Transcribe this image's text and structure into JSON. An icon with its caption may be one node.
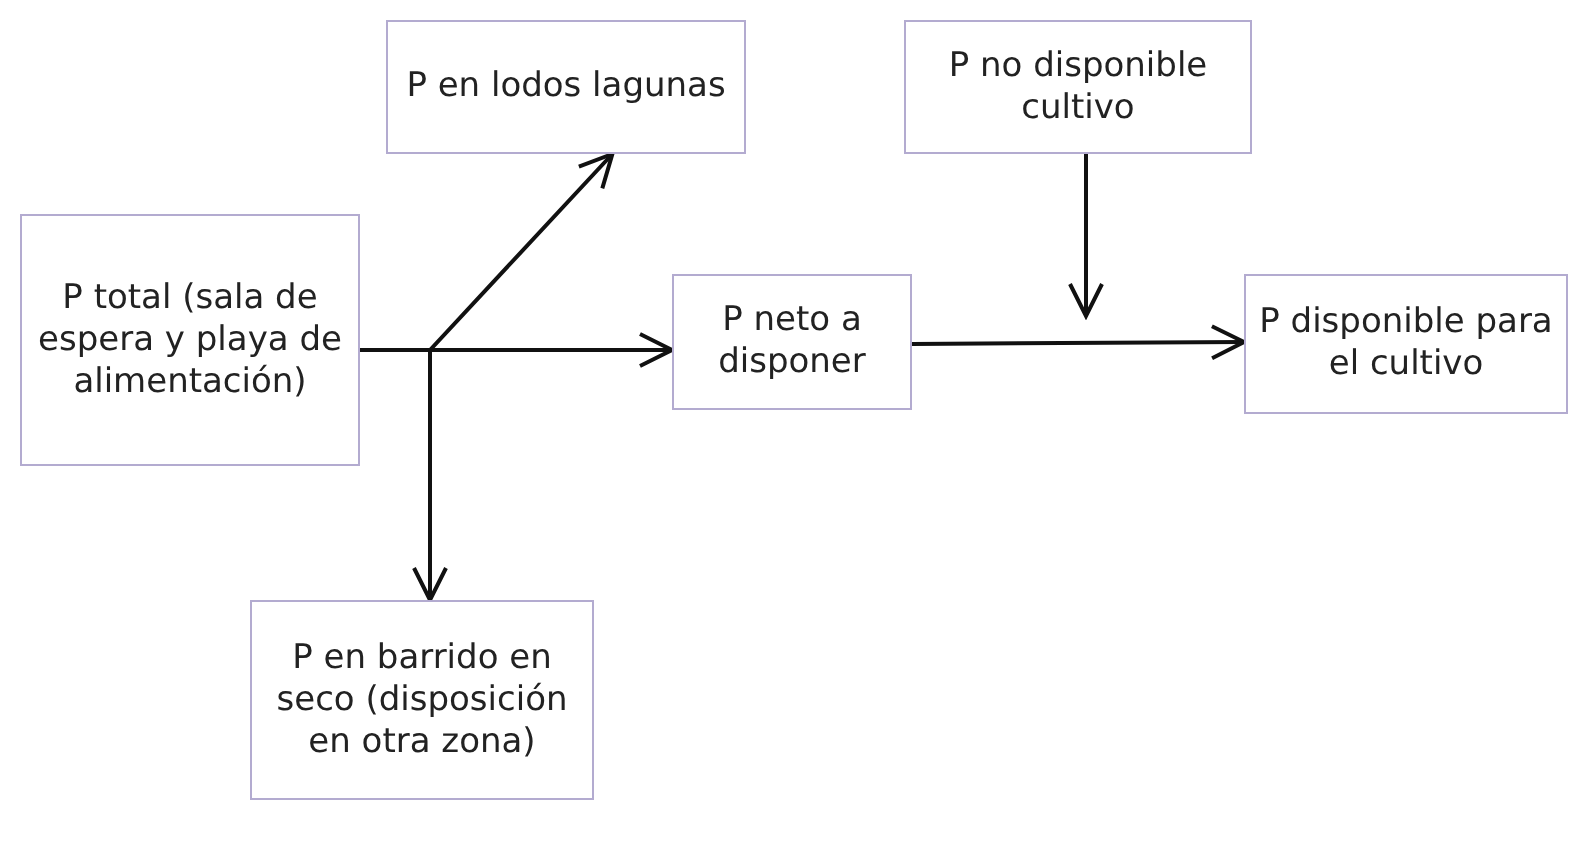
{
  "diagram": {
    "nodes": [
      {
        "text": [
          "P total (sala de espera y playa de alimentación)"
        ]
      },
      {
        "text": [
          "P en lodos lagunas"
        ]
      },
      {
        "text": [
          "P neto a disponer"
        ]
      },
      {
        "text": [
          "P no disponible cultivo"
        ]
      },
      {
        "text": [
          "P disponible para el cultivo"
        ]
      },
      {
        "text": [
          "P en barrido en seco (disposición en otra zona)"
        ]
      }
    ],
    "edges": [
      {
        "from": 0,
        "to": 1,
        "arrow": "to"
      },
      {
        "from": 0,
        "to": 2,
        "arrow": "to"
      },
      {
        "from": 0,
        "to": 5,
        "arrow": "to"
      },
      {
        "from": 3,
        "to": null,
        "arrow": "to"
      },
      {
        "from": 2,
        "to": 4,
        "arrow": "to"
      }
    ]
  }
}
